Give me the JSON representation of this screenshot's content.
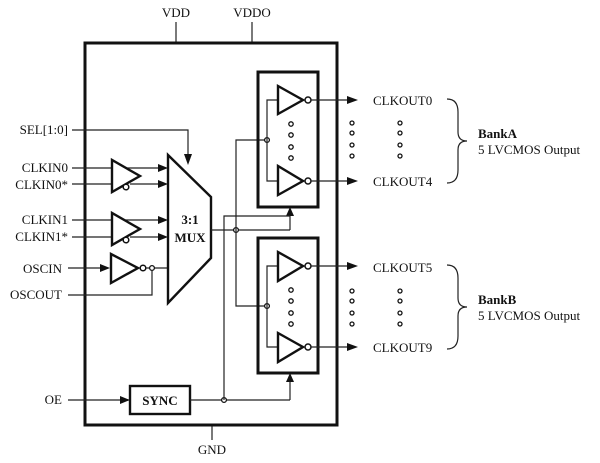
{
  "diagram": {
    "type": "block-diagram",
    "title": "",
    "power_pins": {
      "vdd": "VDD",
      "vddo": "VDDO",
      "gnd": "GND"
    },
    "inputs": {
      "sel": "SEL[1:0]",
      "clkin0": "CLKIN0",
      "clkin0_n": "CLKIN0*",
      "clkin1": "CLKIN1",
      "clkin1_n": "CLKIN1*",
      "oscin": "OSCIN",
      "oscout": "OSCOUT",
      "oe": "OE"
    },
    "mux": {
      "line1": "3:1",
      "line2": "MUX"
    },
    "sync": {
      "label": "SYNC"
    },
    "banks": [
      {
        "first_output": "CLKOUT0",
        "last_output": "CLKOUT4",
        "name": "BankA",
        "description": "5 LVCMOS Output"
      },
      {
        "first_output": "CLKOUT5",
        "last_output": "CLKOUT9",
        "name": "BankB",
        "description": "5 LVCMOS Output"
      }
    ]
  }
}
